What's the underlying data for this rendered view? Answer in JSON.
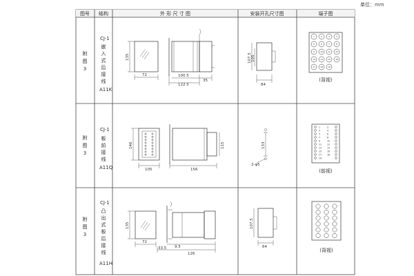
{
  "header": {
    "unit_label": "单位：mm",
    "col_figure": "图号",
    "col_structure": "结构",
    "col_dimensions": "外 形 尺 寸 图",
    "col_mounting": "安装开孔尺寸图",
    "col_terminal": "端子图"
  },
  "rows": [
    {
      "fig_prefix": "附",
      "fig_mid": "图",
      "fig_num": "3",
      "model": "CJ-1",
      "structure_chars": [
        "嵌",
        "入",
        "式",
        "后",
        "接",
        "线"
      ],
      "code": "A11K",
      "dims": [
        "135",
        "72",
        "100.5",
        "122.5",
        "35"
      ],
      "cutout_dims": [
        "107.5",
        "105",
        "84"
      ],
      "view_label": "(背视)"
    },
    {
      "fig_prefix": "附",
      "fig_mid": "图",
      "fig_num": "3",
      "model": "CJ-1",
      "structure_chars": [
        "板",
        "前",
        "接",
        "线"
      ],
      "code": "A11Q",
      "dims": [
        "146",
        "105",
        "156",
        "115"
      ],
      "cutout_dims": [
        "133",
        "2-φ5"
      ],
      "view_label": "(前视)"
    },
    {
      "fig_prefix": "附",
      "fig_mid": "图",
      "fig_num": "3",
      "model": "CJ-1",
      "structure_chars": [
        "凸",
        "出",
        "式",
        "板",
        "后",
        "接",
        "线"
      ],
      "code": "A11H",
      "dims": [
        "135",
        "72",
        "33.5",
        "9.5",
        "126"
      ],
      "cutout_dims": [
        "107.5",
        "64"
      ],
      "view_label": "(背视)"
    }
  ],
  "terminals_row1": [
    "1",
    "2",
    "3",
    "4",
    "5",
    "6",
    "7",
    "8",
    "9",
    "10",
    "11",
    "12",
    "13",
    "14",
    "15",
    "16",
    "17",
    "18",
    "19"
  ],
  "terminals_row2": [
    "1",
    "2",
    "3",
    "4",
    "5",
    "6",
    "7",
    "8",
    "9",
    "10",
    "11",
    "12",
    "13",
    "14",
    "15",
    "16",
    "17",
    "18",
    "19"
  ]
}
